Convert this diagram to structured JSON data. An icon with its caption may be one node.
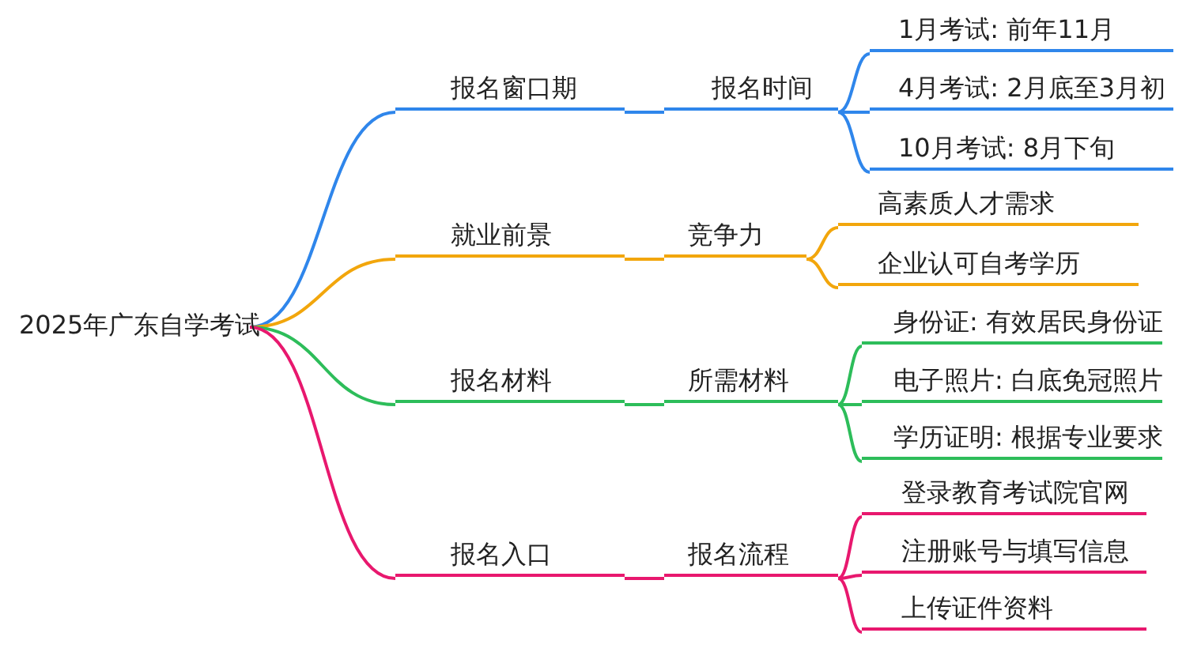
{
  "diagram": {
    "nodes": [
      {
        "text": [
          "2025年广东自学考试"
        ]
      },
      {
        "text": [
          "报名窗口期"
        ]
      },
      {
        "text": [
          "报名时间"
        ]
      },
      {
        "text": [
          "1月考试: 前年11月"
        ]
      },
      {
        "text": [
          "4月考试: 2月底至3月初"
        ]
      },
      {
        "text": [
          "10月考试: 8月下旬"
        ]
      },
      {
        "text": [
          "就业前景"
        ]
      },
      {
        "text": [
          "竞争力"
        ]
      },
      {
        "text": [
          "高素质人才需求"
        ]
      },
      {
        "text": [
          "企业认可自考学历"
        ]
      },
      {
        "text": [
          "报名材料"
        ]
      },
      {
        "text": [
          "所需材料"
        ]
      },
      {
        "text": [
          "身份证: 有效居民身份证"
        ]
      },
      {
        "text": [
          "电子照片: 白底免冠照片"
        ]
      },
      {
        "text": [
          "学历证明: 根据专业要求"
        ]
      },
      {
        "text": [
          "报名入口"
        ]
      },
      {
        "text": [
          "报名流程"
        ]
      },
      {
        "text": [
          "登录教育考试院官网"
        ]
      },
      {
        "text": [
          "注册账号与填写信息"
        ]
      },
      {
        "text": [
          "上传证件资料"
        ]
      }
    ],
    "edges": [
      {
        "from": 0,
        "to": 1,
        "arrow": "none",
        "color": "#2f86eb"
      },
      {
        "from": 1,
        "to": 2,
        "arrow": "none",
        "color": "#2f86eb"
      },
      {
        "from": 2,
        "to": 3,
        "arrow": "none",
        "color": "#2f86eb"
      },
      {
        "from": 2,
        "to": 4,
        "arrow": "none",
        "color": "#2f86eb"
      },
      {
        "from": 2,
        "to": 5,
        "arrow": "none",
        "color": "#2f86eb"
      },
      {
        "from": 0,
        "to": 6,
        "arrow": "none",
        "color": "#f2a60c"
      },
      {
        "from": 6,
        "to": 7,
        "arrow": "none",
        "color": "#f2a60c"
      },
      {
        "from": 7,
        "to": 8,
        "arrow": "none",
        "color": "#f2a60c"
      },
      {
        "from": 7,
        "to": 9,
        "arrow": "none",
        "color": "#f2a60c"
      },
      {
        "from": 0,
        "to": 10,
        "arrow": "none",
        "color": "#2dbd5a"
      },
      {
        "from": 10,
        "to": 11,
        "arrow": "none",
        "color": "#2dbd5a"
      },
      {
        "from": 11,
        "to": 12,
        "arrow": "none",
        "color": "#2dbd5a"
      },
      {
        "from": 11,
        "to": 13,
        "arrow": "none",
        "color": "#2dbd5a"
      },
      {
        "from": 11,
        "to": 14,
        "arrow": "none",
        "color": "#2dbd5a"
      },
      {
        "from": 0,
        "to": 15,
        "arrow": "none",
        "color": "#e8186e"
      },
      {
        "from": 15,
        "to": 16,
        "arrow": "none",
        "color": "#e8186e"
      },
      {
        "from": 16,
        "to": 17,
        "arrow": "none",
        "color": "#e8186e"
      },
      {
        "from": 16,
        "to": 18,
        "arrow": "none",
        "color": "#e8186e"
      },
      {
        "from": 16,
        "to": 19,
        "arrow": "none",
        "color": "#e8186e"
      }
    ]
  }
}
